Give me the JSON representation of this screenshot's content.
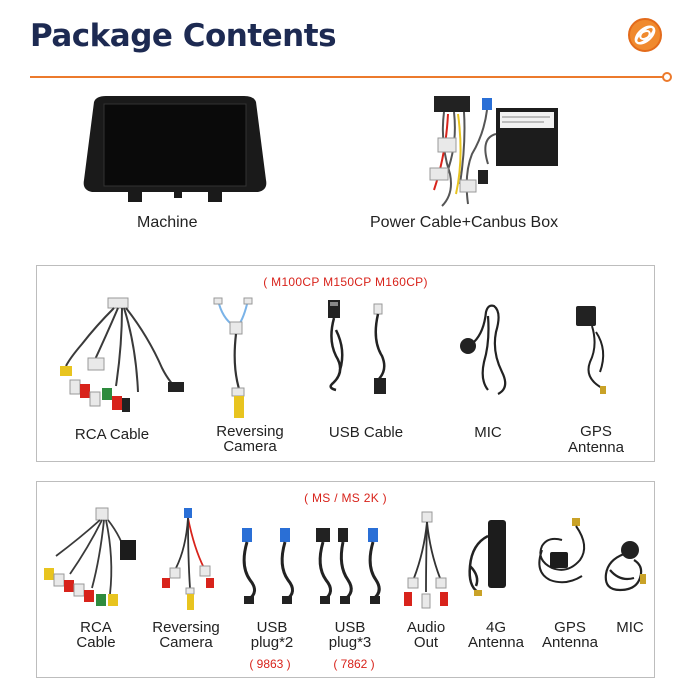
{
  "header": {
    "title": "Package Contents",
    "accent_color": "#ec7a2c",
    "title_color": "#1d2a52",
    "logo_icon": "orange-coil-logo-icon"
  },
  "hero": [
    {
      "label": "Machine"
    },
    {
      "label": "Power Cable+Canbus Box"
    }
  ],
  "panel1": {
    "note": "( M100CP M150CP M160CP)",
    "items": [
      {
        "label": "RCA Cable"
      },
      {
        "label_line1": "Reversing",
        "label_line2": "Camera"
      },
      {
        "label": "USB Cable"
      },
      {
        "label": "MIC"
      },
      {
        "label_line1": "GPS",
        "label_line2": "Antenna"
      }
    ]
  },
  "panel2": {
    "note": "( MS / MS 2K )",
    "items": [
      {
        "label_line1": "RCA",
        "label_line2": "Cable"
      },
      {
        "label_line1": "Reversing",
        "label_line2": "Camera"
      },
      {
        "label_line1": "USB",
        "label_line2": "plug*2",
        "sub": "( 9863 )"
      },
      {
        "label_line1": "USB",
        "label_line2": "plug*3",
        "sub": "( 7862 )"
      },
      {
        "label_line1": "Audio",
        "label_line2": "Out"
      },
      {
        "label_line1": "4G",
        "label_line2": "Antenna"
      },
      {
        "label_line1": "GPS",
        "label_line2": "Antenna"
      },
      {
        "label": "MIC"
      }
    ]
  }
}
